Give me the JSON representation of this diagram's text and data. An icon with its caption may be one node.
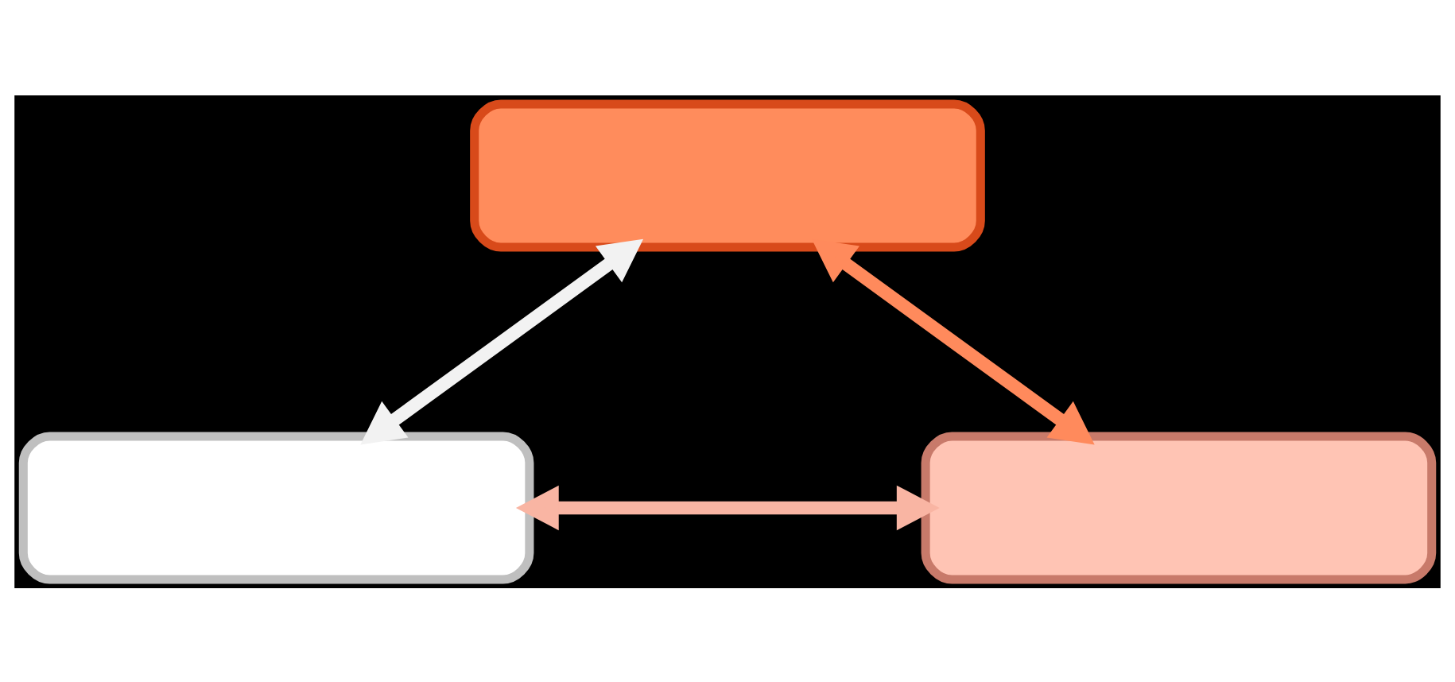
{
  "diagram": {
    "nodes": [
      {
        "text": [],
        "shape": "box"
      },
      {
        "text": [],
        "shape": "box"
      },
      {
        "text": [],
        "shape": "box"
      }
    ],
    "edges": [
      {
        "from": 1,
        "to": 0,
        "arrow": "both",
        "color": "#f2f2f2"
      },
      {
        "from": 0,
        "to": 2,
        "arrow": "both",
        "color": "#ff8a5c"
      },
      {
        "from": 1,
        "to": 2,
        "arrow": "both",
        "color": "#f9b5a3"
      }
    ]
  }
}
